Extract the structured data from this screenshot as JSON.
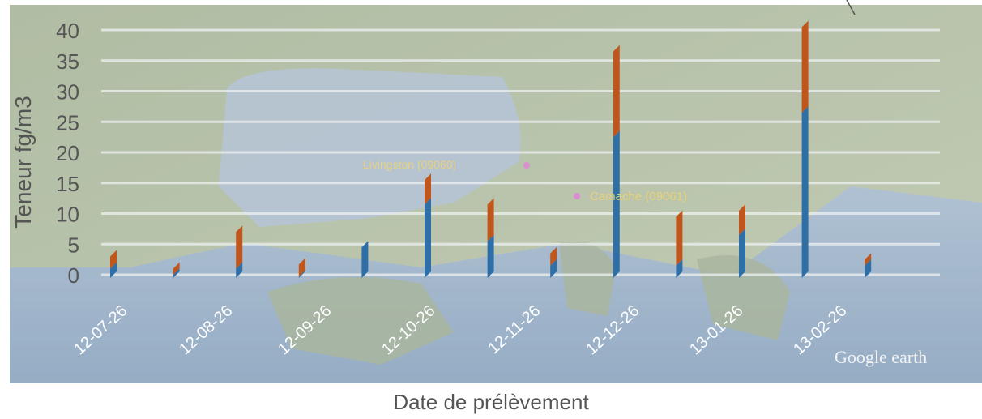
{
  "chart_data": {
    "type": "bar",
    "stacked": true,
    "ylabel": "Teneur fg/m3",
    "xlabel": "Date de prélèvement",
    "ylim": [
      0,
      40
    ],
    "yticks": [
      "0",
      "5",
      "10",
      "15",
      "20",
      "25",
      "30",
      "35",
      "40"
    ],
    "xtick_labels": [
      "12-07-26",
      "12-08-26",
      "12-09-26",
      "12-10-26",
      "12-11-26",
      "12-12-26",
      "13-01-26",
      "13-02-26"
    ],
    "grid": true,
    "series": [
      {
        "color": "#2e6fa8",
        "values": [
          1.5,
          0.5,
          1.5,
          0.2,
          5,
          12,
          6,
          2,
          23,
          2,
          7,
          27,
          2
        ]
      },
      {
        "color": "#c0561b",
        "values": [
          2,
          1,
          6,
          2,
          0,
          4,
          6,
          2,
          14,
          8,
          4,
          14,
          1
        ]
      }
    ],
    "map_labels": {
      "livingston": "Livingston (09060)",
      "camache": "Camache (09061)",
      "watermark": "Google earth"
    },
    "colors": {
      "water": "#8ea6c2",
      "land": "#a9b79a",
      "grid": "#eef1f2",
      "axis_text": "#555555"
    }
  }
}
